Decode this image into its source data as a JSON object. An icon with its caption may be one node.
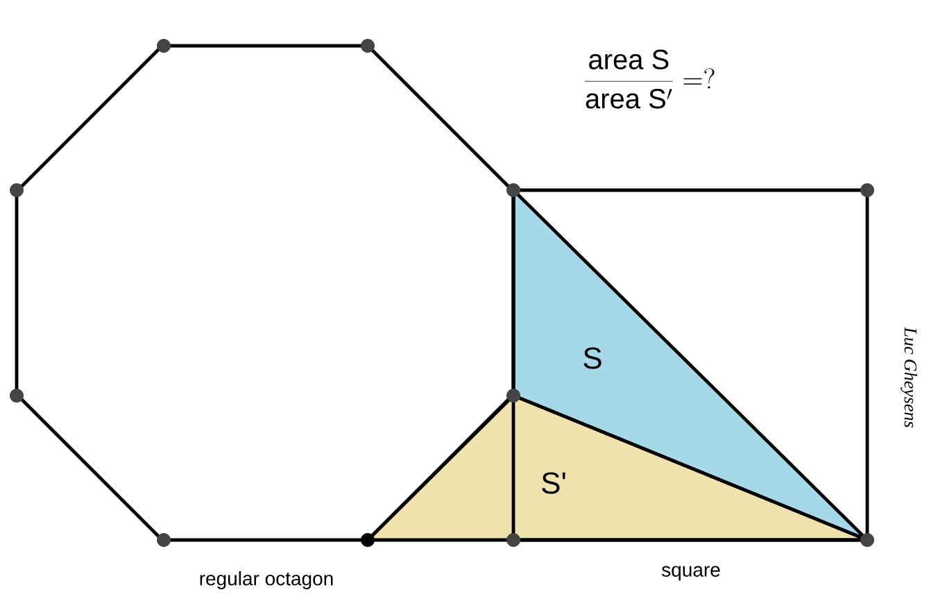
{
  "diagram": {
    "nodes": [
      {
        "text": [],
        "shape": "octagon",
        "beside": [
          "regular octagon"
        ]
      },
      {
        "text": [],
        "shape": "box",
        "beside": [
          "square"
        ]
      },
      {
        "text": [
          "S"
        ],
        "in": 1
      },
      {
        "text": [
          "S'"
        ]
      }
    ],
    "labels": [
      "\\frac{\\mathrm{area\\ S}}{\\mathrm{area\\ S'}} = ?",
      "Luc Gheysens"
    ]
  }
}
